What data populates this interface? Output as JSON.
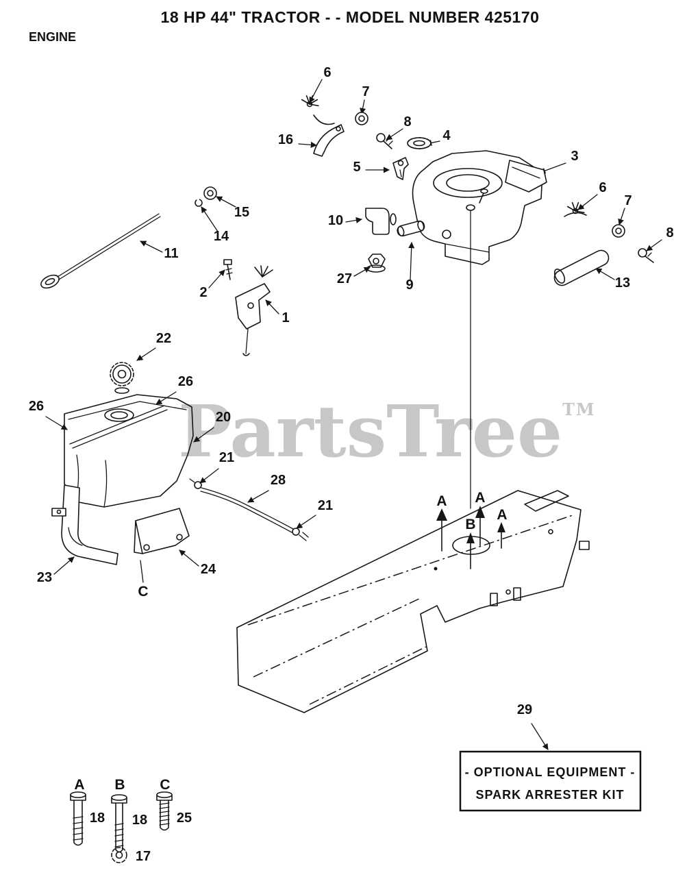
{
  "page": {
    "title": "18 HP 44\" TRACTOR - - MODEL NUMBER 425170",
    "section_label": "ENGINE"
  },
  "watermark": {
    "text": "PartsTree",
    "tm": "TM"
  },
  "callouts": {
    "c6_top": "6",
    "c7_top": "7",
    "c8_top": "8",
    "c4": "4",
    "c16": "16",
    "c3": "3",
    "c5": "5",
    "c6_right": "6",
    "c7_right": "7",
    "c8_right": "8",
    "c13": "13",
    "c15": "15",
    "c14": "14",
    "c11": "11",
    "c10": "10",
    "c27": "27",
    "c9": "9",
    "c2": "2",
    "c1": "1",
    "c22": "22",
    "c26_top": "26",
    "c26_left": "26",
    "c20": "20",
    "c21_upper": "21",
    "c28": "28",
    "c21_lower": "21",
    "c23": "23",
    "c24": "24",
    "c29": "29"
  },
  "mount_points": {
    "a1": "A",
    "a2": "A",
    "b": "B",
    "a3": "A",
    "c_bracket": "C"
  },
  "fastener_legend": {
    "a_letter": "A",
    "b_letter": "B",
    "c_letter": "C",
    "a_number": "18",
    "b_number": "18",
    "c_number": "25",
    "washer_number": "17"
  },
  "optional_equipment": {
    "line1": "- OPTIONAL EQUIPMENT -",
    "line2": "SPARK ARRESTER KIT"
  }
}
